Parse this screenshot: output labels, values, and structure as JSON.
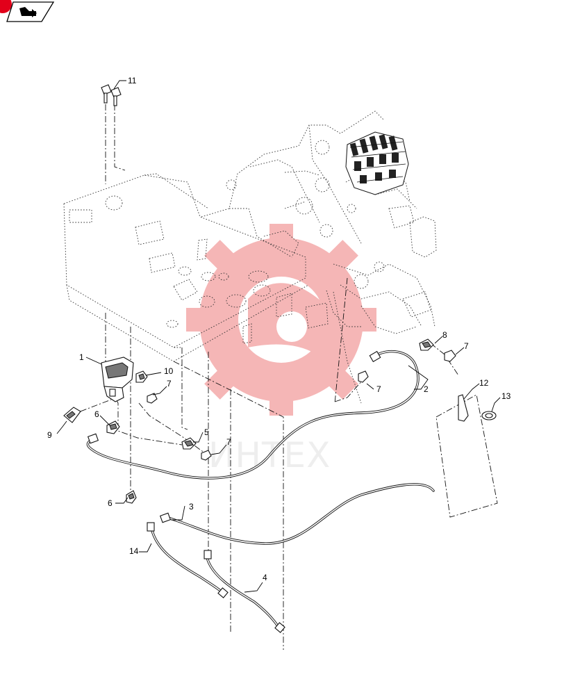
{
  "watermark": {
    "text": "ИНТЕХ",
    "color": "#e84c4c"
  },
  "nav": {
    "icon": "page-turn-arrow-icon",
    "accent": "#e2001a"
  },
  "callouts": [
    {
      "id": "c1",
      "label": "1"
    },
    {
      "id": "c2",
      "label": "2"
    },
    {
      "id": "c3",
      "label": "3"
    },
    {
      "id": "c4",
      "label": "4"
    },
    {
      "id": "c5",
      "label": "5"
    },
    {
      "id": "c6a",
      "label": "6"
    },
    {
      "id": "c6b",
      "label": "6"
    },
    {
      "id": "c7a",
      "label": "7"
    },
    {
      "id": "c7b",
      "label": "7"
    },
    {
      "id": "c7c",
      "label": "7"
    },
    {
      "id": "c7d",
      "label": "7"
    },
    {
      "id": "c8",
      "label": "8"
    },
    {
      "id": "c9",
      "label": "9"
    },
    {
      "id": "c10",
      "label": "10"
    },
    {
      "id": "c11",
      "label": "11"
    },
    {
      "id": "c12",
      "label": "12"
    },
    {
      "id": "c13",
      "label": "13"
    },
    {
      "id": "c14",
      "label": "14"
    }
  ]
}
